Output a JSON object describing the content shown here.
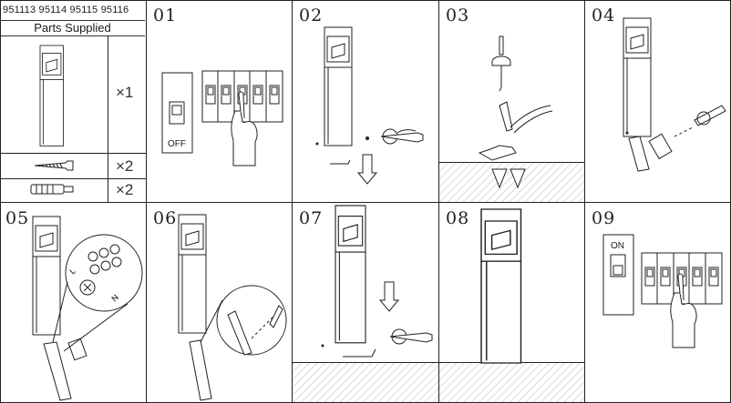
{
  "header": {
    "model_numbers": "951113 95114 95115 95116",
    "parts_title": "Parts Supplied"
  },
  "parts": [
    {
      "name": "bollard-light",
      "qty": "×1"
    },
    {
      "name": "screw",
      "qty": "×2"
    },
    {
      "name": "wall-plug",
      "qty": "×2"
    }
  ],
  "steps": [
    {
      "number": "01",
      "label": "OFF"
    },
    {
      "number": "02"
    },
    {
      "number": "03"
    },
    {
      "number": "04"
    },
    {
      "number": "05",
      "wire_labels": [
        "L",
        "N"
      ]
    },
    {
      "number": "06"
    },
    {
      "number": "07"
    },
    {
      "number": "08"
    },
    {
      "number": "09",
      "label": "ON"
    }
  ]
}
